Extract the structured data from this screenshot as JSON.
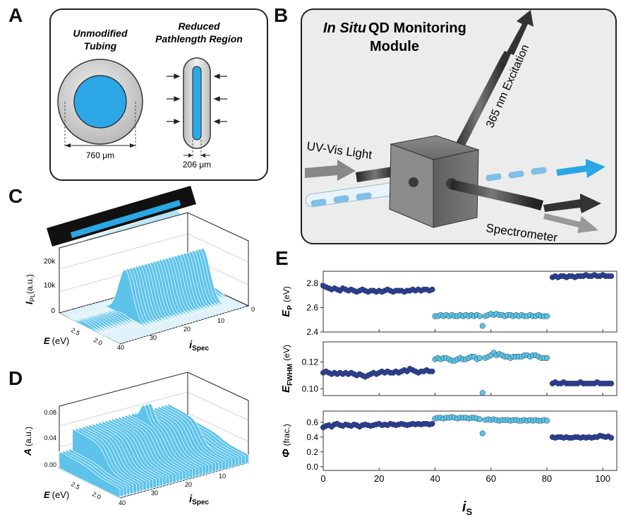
{
  "panels": {
    "a": {
      "letter": "A",
      "left_title_1": "Unmodified",
      "left_title_2": "Tubing",
      "right_title_1": "Reduced",
      "right_title_2": "Pathlength Region",
      "dim_left": "760 μm",
      "dim_right": "206 μm"
    },
    "b": {
      "letter": "B",
      "title_italic": "In Situ",
      "title_rest": "QD Monitoring",
      "title_line2": "Module",
      "label_excitation": "365 nm Excitation",
      "label_uvvis": "UV-Vis Light",
      "label_spectrometer": "Spectrometer"
    },
    "c": {
      "letter": "C",
      "z_ticks": [
        "20k",
        "10k",
        "0"
      ],
      "z_label_main": "I",
      "z_label_sub": "PL",
      "z_label_unit": "(a.u.)",
      "e_ticks": [
        "2.5",
        "2.0"
      ],
      "e_label_main": "E",
      "e_label_unit": "(eV)",
      "i_ticks": [
        "0",
        "10",
        "20",
        "30",
        "40"
      ],
      "i_label_main": "i",
      "i_label_sub": "Spec"
    },
    "d": {
      "letter": "D",
      "z_ticks": [
        "0.08",
        "0.04",
        "0.00"
      ],
      "z_label_main": "A",
      "z_label_unit": "(a.u.)",
      "e_ticks": [
        "2.5",
        "2.0"
      ],
      "e_label_main": "E",
      "e_label_unit": "(eV)",
      "i_ticks": [
        "10",
        "20",
        "30",
        "40"
      ],
      "i_label_main": "i",
      "i_label_sub": "Spec"
    },
    "e": {
      "letter": "E",
      "x_label_main": "i",
      "x_label_sub": "S",
      "x_ticks": [
        "0",
        "20",
        "40",
        "60",
        "80",
        "100"
      ]
    }
  },
  "chart_data": [
    {
      "type": "scatter",
      "ylabel_main": "E",
      "ylabel_sub": "P",
      "ylabel_unit": "(eV)",
      "ylim": [
        2.4,
        2.9
      ],
      "y_ticks": [
        "2.8",
        "2.6",
        "2.4"
      ],
      "series": [
        {
          "name": "seg1",
          "color": "#2e3f8f",
          "x_start": 0,
          "x_end": 39,
          "values": [
            2.78,
            2.77,
            2.76,
            2.75,
            2.76,
            2.75,
            2.74,
            2.76,
            2.75,
            2.74,
            2.75,
            2.74,
            2.73,
            2.74,
            2.75,
            2.74,
            2.73,
            2.74,
            2.74,
            2.73,
            2.74,
            2.73,
            2.74,
            2.75,
            2.74,
            2.73,
            2.74,
            2.74,
            2.74,
            2.73,
            2.74,
            2.74,
            2.75,
            2.74,
            2.75,
            2.74,
            2.75,
            2.75,
            2.74,
            2.75
          ]
        },
        {
          "name": "seg2",
          "color": "#5bc6e0",
          "x_start": 40,
          "x_end": 80,
          "values": [
            2.53,
            2.53,
            2.54,
            2.53,
            2.54,
            2.53,
            2.54,
            2.53,
            2.53,
            2.54,
            2.53,
            2.54,
            2.53,
            2.54,
            2.53,
            2.54,
            2.53,
            2.45,
            2.53,
            2.54,
            2.55,
            2.54,
            2.55,
            2.54,
            2.54,
            2.53,
            2.54,
            2.54,
            2.53,
            2.54,
            2.53,
            2.54,
            2.53,
            2.53,
            2.54,
            2.53,
            2.53,
            2.54,
            2.53,
            2.53,
            2.53
          ]
        },
        {
          "name": "seg3",
          "color": "#2e3f8f",
          "x_start": 82,
          "x_end": 103,
          "values": [
            2.85,
            2.86,
            2.85,
            2.86,
            2.86,
            2.85,
            2.86,
            2.86,
            2.85,
            2.86,
            2.86,
            2.86,
            2.87,
            2.86,
            2.86,
            2.87,
            2.86,
            2.86,
            2.87,
            2.86,
            2.86,
            2.86
          ]
        }
      ]
    },
    {
      "type": "scatter",
      "ylabel_main": "E",
      "ylabel_sub": "FWHM",
      "ylabel_unit": "(eV)",
      "ylim": [
        0.095,
        0.135
      ],
      "y_ticks": [
        "0.12",
        "0.10"
      ],
      "series": [
        {
          "name": "seg1",
          "color": "#2e3f8f",
          "x_start": 0,
          "x_end": 39,
          "values": [
            0.112,
            0.113,
            0.112,
            0.111,
            0.112,
            0.111,
            0.112,
            0.111,
            0.112,
            0.111,
            0.112,
            0.111,
            0.11,
            0.111,
            0.11,
            0.109,
            0.11,
            0.111,
            0.112,
            0.111,
            0.112,
            0.113,
            0.112,
            0.113,
            0.112,
            0.112,
            0.113,
            0.112,
            0.113,
            0.114,
            0.113,
            0.115,
            0.114,
            0.113,
            0.112,
            0.113,
            0.113,
            0.114,
            0.113,
            0.113
          ]
        },
        {
          "name": "seg2",
          "color": "#5bc6e0",
          "x_start": 40,
          "x_end": 80,
          "values": [
            0.122,
            0.123,
            0.122,
            0.123,
            0.123,
            0.122,
            0.121,
            0.121,
            0.122,
            0.123,
            0.122,
            0.122,
            0.123,
            0.124,
            0.124,
            0.122,
            0.123,
            0.097,
            0.123,
            0.124,
            0.125,
            0.127,
            0.125,
            0.126,
            0.125,
            0.124,
            0.124,
            0.123,
            0.124,
            0.124,
            0.124,
            0.124,
            0.125,
            0.125,
            0.124,
            0.125,
            0.125,
            0.124,
            0.123,
            0.123,
            0.123
          ]
        },
        {
          "name": "seg3",
          "color": "#2e3f8f",
          "x_start": 82,
          "x_end": 103,
          "values": [
            0.104,
            0.105,
            0.104,
            0.104,
            0.105,
            0.104,
            0.104,
            0.104,
            0.104,
            0.104,
            0.105,
            0.104,
            0.104,
            0.104,
            0.104,
            0.104,
            0.105,
            0.104,
            0.104,
            0.104,
            0.104,
            0.104
          ]
        }
      ]
    },
    {
      "type": "scatter",
      "ylabel_main": "Φ",
      "ylabel_unit": "(frac.)",
      "ylim": [
        -0.05,
        0.75
      ],
      "y_ticks": [
        "0.6",
        "0.4",
        "0.2",
        "0.0"
      ],
      "series": [
        {
          "name": "seg1",
          "color": "#2e3f8f",
          "x_start": 0,
          "x_end": 39,
          "values": [
            0.53,
            0.55,
            0.56,
            0.54,
            0.57,
            0.58,
            0.56,
            0.55,
            0.57,
            0.56,
            0.55,
            0.57,
            0.56,
            0.54,
            0.56,
            0.57,
            0.56,
            0.55,
            0.56,
            0.57,
            0.58,
            0.56,
            0.57,
            0.56,
            0.58,
            0.57,
            0.56,
            0.57,
            0.58,
            0.57,
            0.56,
            0.57,
            0.58,
            0.57,
            0.58,
            0.57,
            0.58,
            0.58,
            0.57,
            0.58
          ]
        },
        {
          "name": "seg2",
          "color": "#5bc6e0",
          "x_start": 40,
          "x_end": 80,
          "values": [
            0.65,
            0.66,
            0.66,
            0.65,
            0.66,
            0.66,
            0.67,
            0.66,
            0.65,
            0.66,
            0.66,
            0.66,
            0.65,
            0.66,
            0.66,
            0.65,
            0.64,
            0.45,
            0.63,
            0.64,
            0.63,
            0.64,
            0.63,
            0.62,
            0.63,
            0.63,
            0.63,
            0.62,
            0.63,
            0.63,
            0.62,
            0.62,
            0.63,
            0.62,
            0.63,
            0.62,
            0.63,
            0.62,
            0.62,
            0.63,
            0.62
          ]
        },
        {
          "name": "seg3",
          "color": "#2e3f8f",
          "x_start": 82,
          "x_end": 103,
          "values": [
            0.4,
            0.39,
            0.4,
            0.4,
            0.39,
            0.4,
            0.39,
            0.39,
            0.4,
            0.4,
            0.39,
            0.4,
            0.39,
            0.4,
            0.39,
            0.4,
            0.4,
            0.42,
            0.41,
            0.4,
            0.41,
            0.39
          ]
        }
      ]
    }
  ]
}
